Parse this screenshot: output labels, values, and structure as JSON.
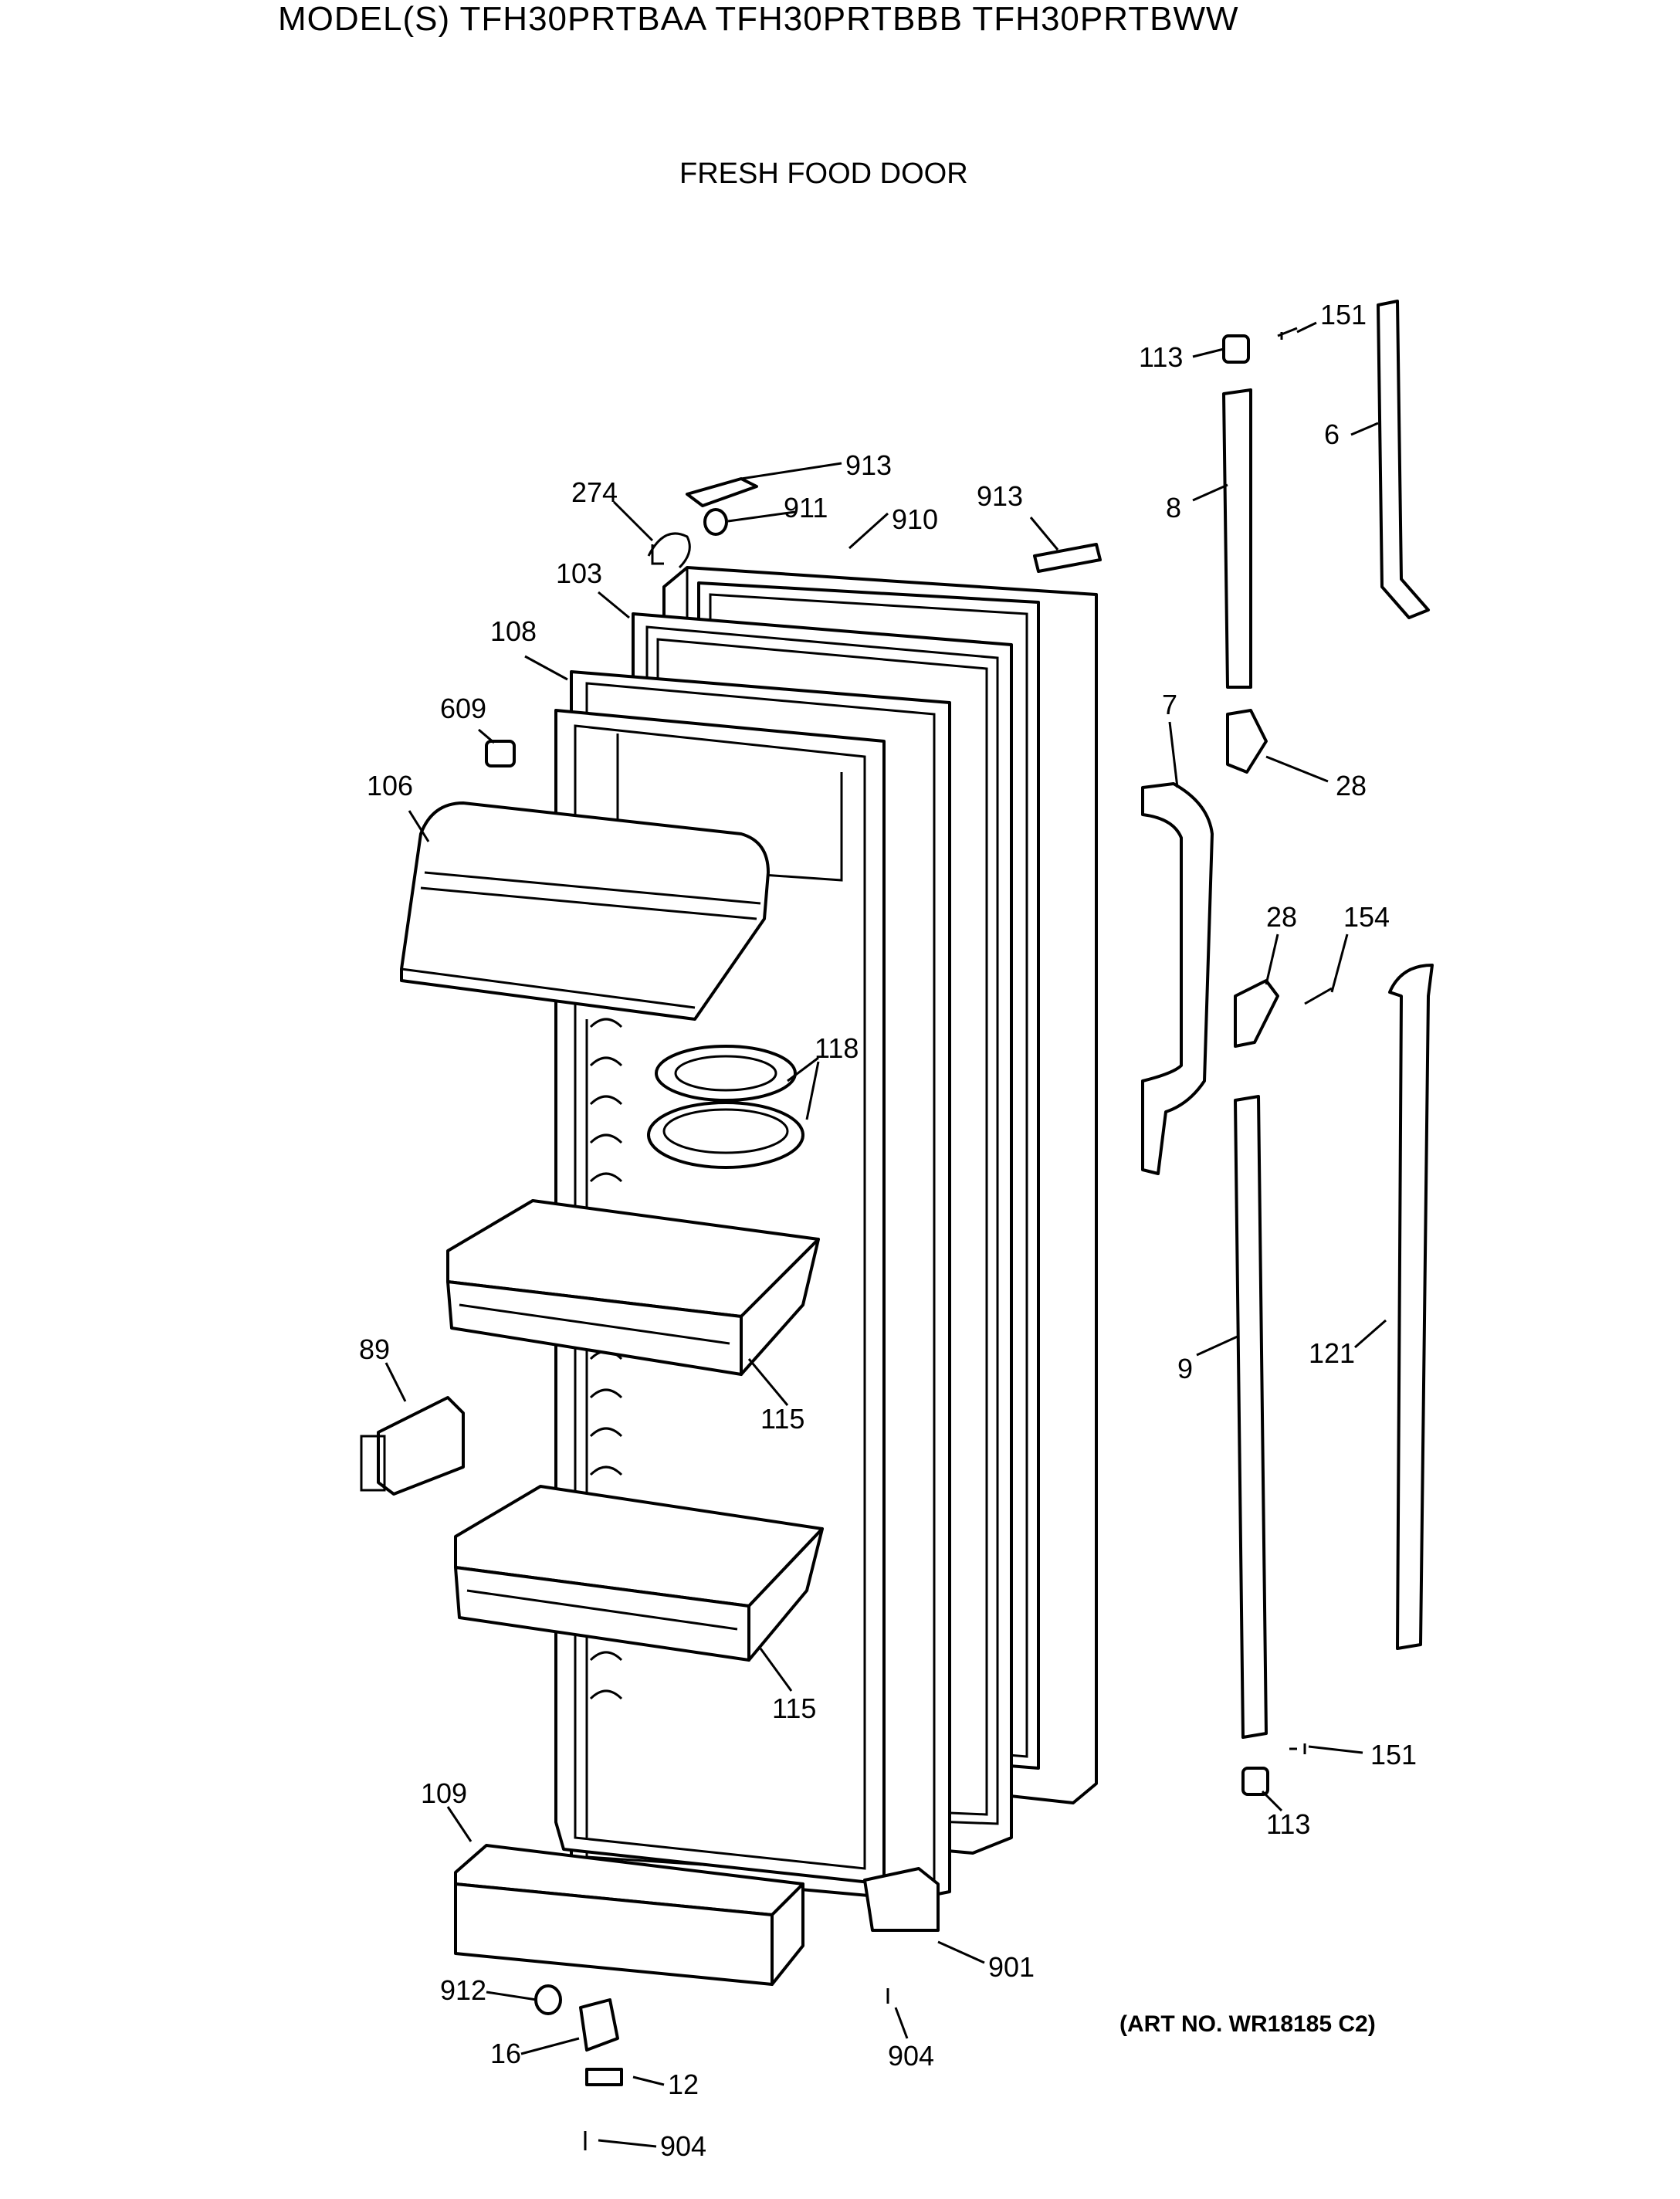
{
  "header": {
    "title": "MODEL(S) TFH30PRTBAA  TFH30PRTBBB  TFH30PRTBWW",
    "subtitle": "FRESH FOOD DOOR"
  },
  "footer": {
    "art_number": "(ART NO. WR18185 C2)"
  },
  "callouts": {
    "c151_top": "151",
    "c113_top": "113",
    "c6": "6",
    "c913_a": "913",
    "c274": "274",
    "c911": "911",
    "c910": "910",
    "c913_b": "913",
    "c8": "8",
    "c103": "103",
    "c108": "108",
    "c609": "609",
    "c106": "106",
    "c7": "7",
    "c28_a": "28",
    "c28_b": "28",
    "c154": "154",
    "c118": "118",
    "c89": "89",
    "c115_a": "115",
    "c9": "9",
    "c121": "121",
    "c115_b": "115",
    "c151_bot": "151",
    "c113_bot": "113",
    "c109": "109",
    "c901": "901",
    "c912": "912",
    "c16": "16",
    "c904_a": "904",
    "c12": "12",
    "c904_b": "904"
  }
}
